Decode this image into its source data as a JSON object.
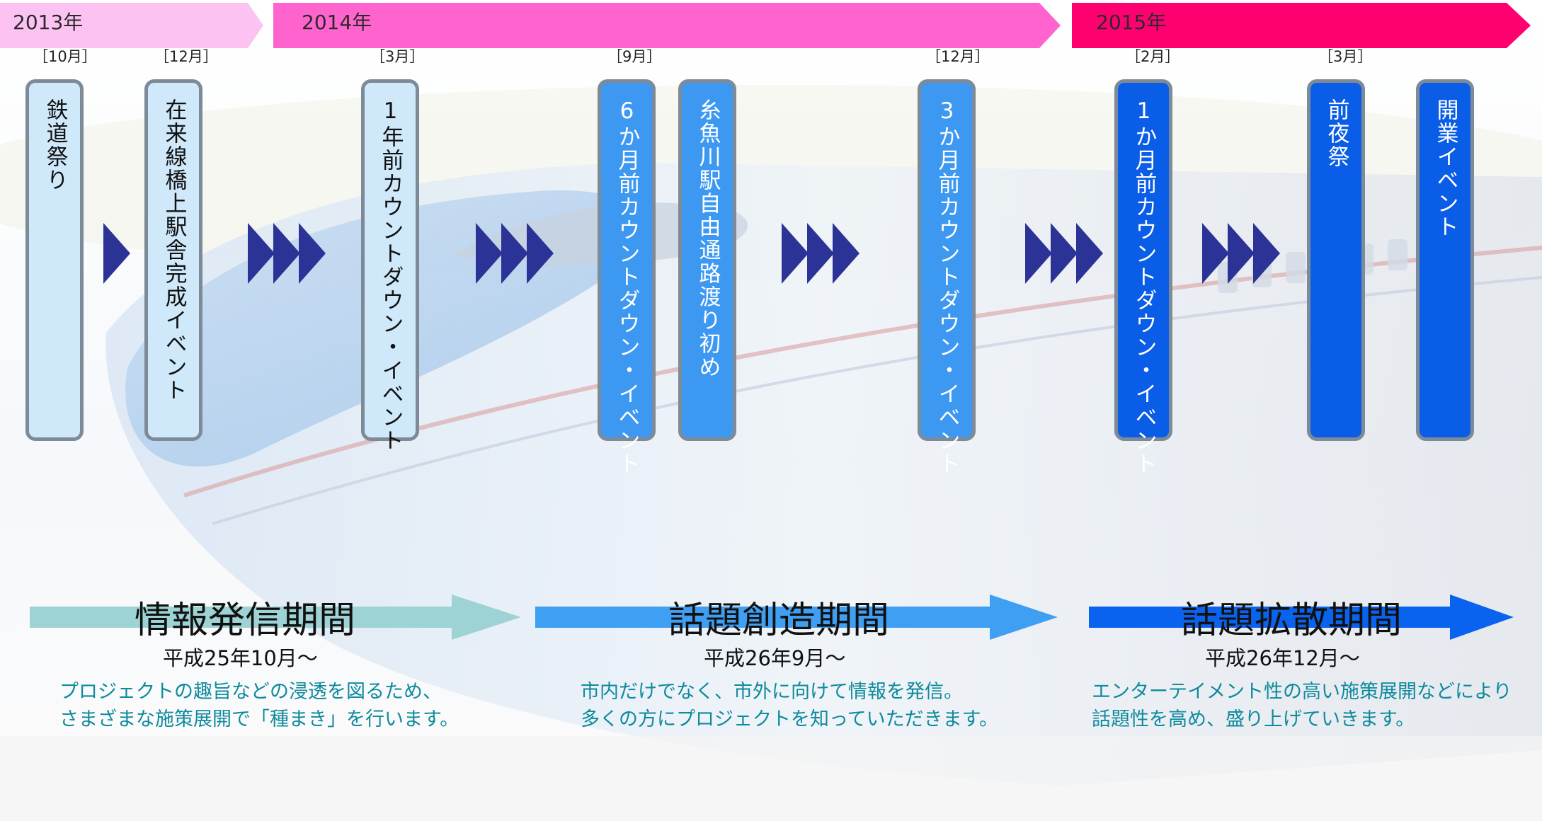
{
  "colors": {
    "year_2013": "#fcc3f2",
    "year_2014": "#ff63cd",
    "year_2015": "#ff0071",
    "event_light_fill": "#cfe9fb",
    "event_mid_fill": "#3d98f2",
    "event_dark_fill": "#0a5de6",
    "chevron": "#2c3396",
    "arrow_1": "#9ed3d5",
    "arrow_2": "#3f9ff2",
    "arrow_3": "#0963ef",
    "desc_text": "#0e8a9c"
  },
  "years": [
    {
      "label": "2013年"
    },
    {
      "label": "2014年"
    },
    {
      "label": "2015年"
    }
  ],
  "months": [
    "［10月］",
    "［12月］",
    "［3月］",
    "［9月］",
    "［12月］",
    "［2月］",
    "［3月］"
  ],
  "events": [
    {
      "label": "鉄道祭り",
      "style": "light"
    },
    {
      "label": "在来線橋上駅舎完成イベント",
      "style": "light"
    },
    {
      "label": "1年前カウントダウン・イベント",
      "style": "light"
    },
    {
      "label": "6か月前カウントダウン・イベント",
      "style": "mid"
    },
    {
      "label": "糸魚川駅自由通路渡り初め",
      "style": "mid"
    },
    {
      "label": "3か月前カウントダウン・イベント",
      "style": "mid"
    },
    {
      "label": "1か月前カウントダウン・イベント",
      "style": "dark"
    },
    {
      "label": "前夜祭",
      "style": "dark"
    },
    {
      "label": "開業イベント",
      "style": "dark"
    }
  ],
  "periods": [
    {
      "title": "情報発信期間",
      "date": "平成25年10月～",
      "desc1": "プロジェクトの趣旨などの浸透を図るため、",
      "desc2": "さまざまな施策展開で「種まき」を行います。"
    },
    {
      "title": "話題創造期間",
      "date": "平成26年9月～",
      "desc1": "市内だけでなく、市外に向けて情報を発信。",
      "desc2": "多くの方にプロジェクトを知っていただきます。"
    },
    {
      "title": "話題拡散期間",
      "date": "平成26年12月～",
      "desc1": "エンターテイメント性の高い施策展開などにより",
      "desc2": "話題性を高め、盛り上げていきます。"
    }
  ]
}
